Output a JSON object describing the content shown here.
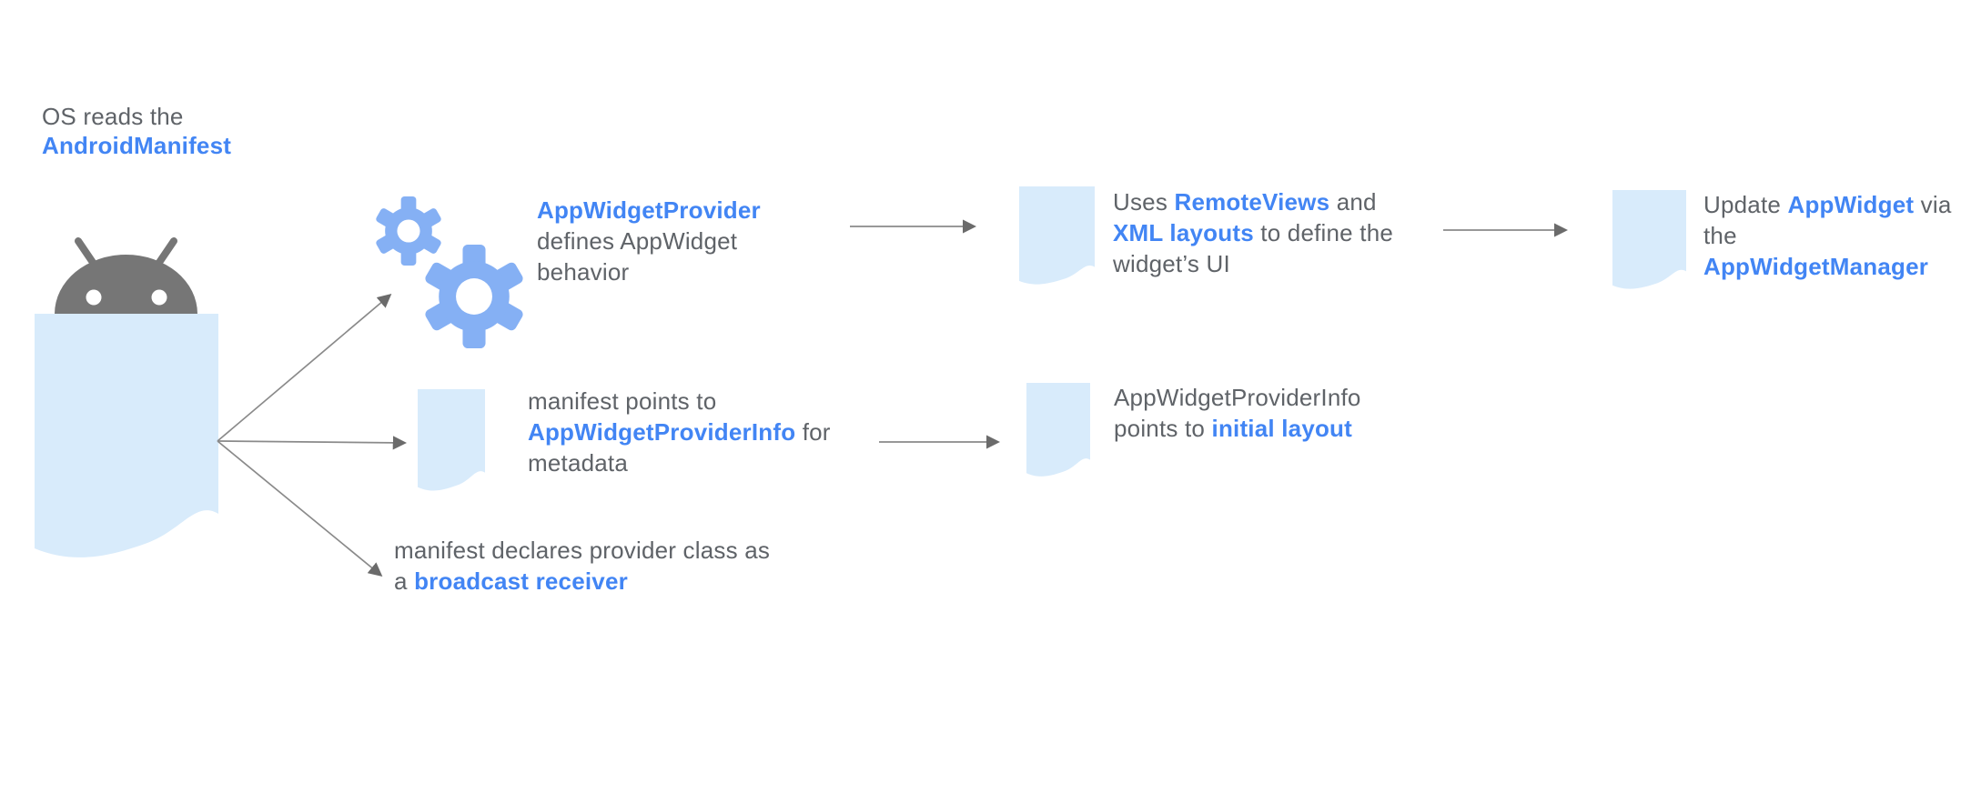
{
  "diagram": {
    "title_semantics": "Android AppWidget architecture flow diagram",
    "colors": {
      "link_blue": "#4285f4",
      "text_gray": "#5f6368",
      "document_fill": "#d8ebfb",
      "gear_blue": "#85b0f4",
      "robot_gray": "#767676",
      "arrow_gray": "#8a8a8a"
    },
    "icons": {
      "android": "android-robot-icon",
      "manifest_document": "document-icon",
      "gears": "gears-icon",
      "arrow": "arrow-connector"
    },
    "os_label": {
      "line1": "OS reads the",
      "line2": "AndroidManifest"
    },
    "blocks": {
      "provider": {
        "l1": "AppWidgetProvider",
        "l2": "defines AppWidget",
        "l3": "behavior"
      },
      "remoteviews": {
        "l1a": "Uses ",
        "l1b": "RemoteViews",
        "l1c": " and",
        "l2a": "XML layouts",
        "l2b": " to define the",
        "l3": "widget’s UI"
      },
      "update": {
        "l1a": "Update ",
        "l1b": "AppWidget",
        "l1c": " via",
        "l2": "the",
        "l3": "AppWidgetManager"
      },
      "manifest_points": {
        "l1": "manifest points to",
        "l2a": "AppWidgetProviderInfo",
        "l2b": " for",
        "l3": "metadata"
      },
      "provider_info": {
        "l1": "AppWidgetProviderInfo",
        "l2a": "points to ",
        "l2b": "initial layout"
      },
      "broadcast": {
        "l1": "manifest declares provider class as",
        "l2a": "a ",
        "l2b": "broadcast receiver"
      }
    }
  }
}
